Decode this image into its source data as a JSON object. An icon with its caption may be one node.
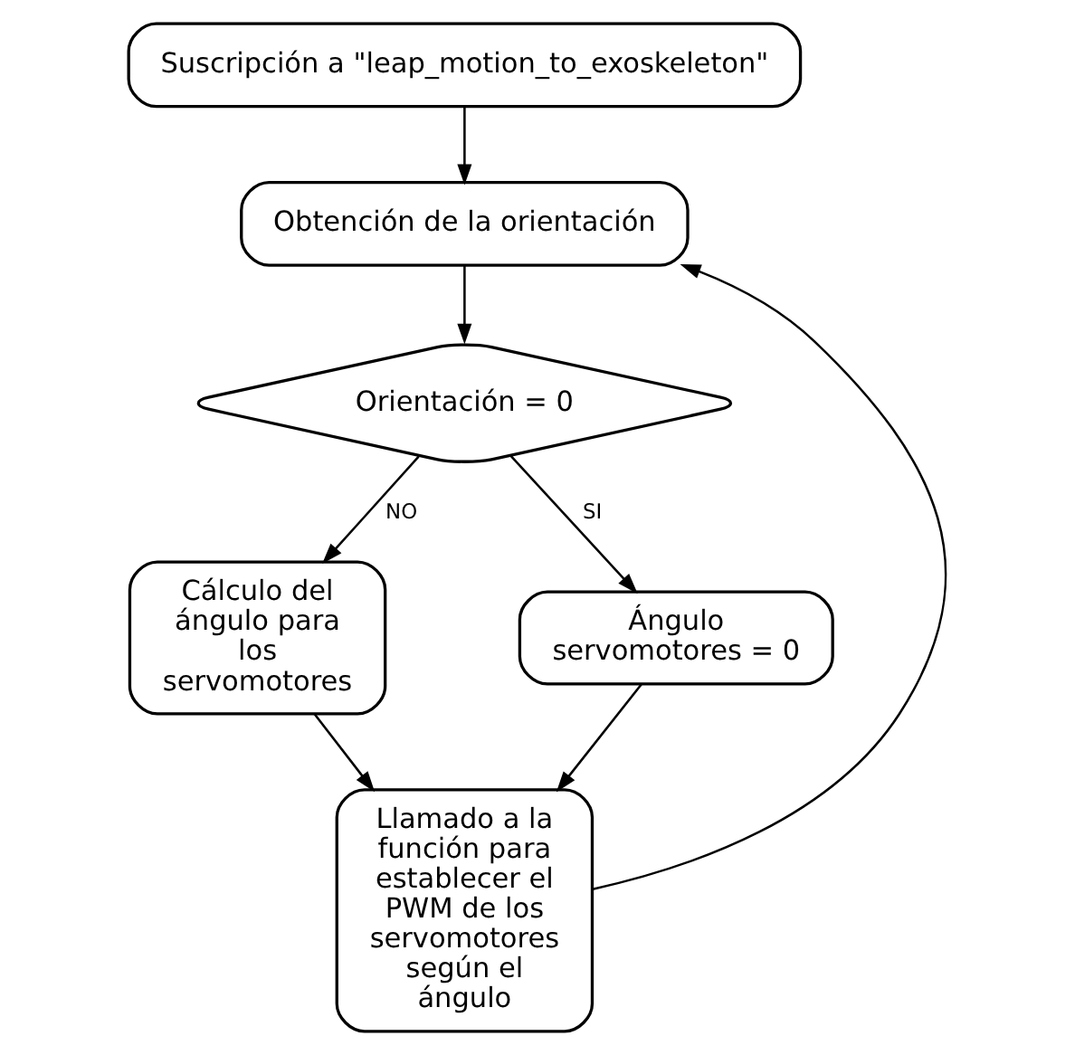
{
  "diagram": {
    "nodes": [
      {
        "text": [
          "Suscripción a \"leap_motion_to_exoskeleton\""
        ]
      },
      {
        "text": [
          "Obtención de la orientación"
        ]
      },
      {
        "text": [
          "Orientación = 0"
        ]
      },
      {
        "text": [
          "Cálculo del ángulo para los servomotores"
        ]
      },
      {
        "text": [
          "Ángulo servomotores = 0"
        ]
      },
      {
        "text": [
          "Llamado a la función para establecer el PWM de los servomotores según el ángulo"
        ]
      }
    ],
    "edges": [
      {
        "from": 0,
        "to": 1,
        "arrow": "to"
      },
      {
        "from": 1,
        "to": 2,
        "arrow": "to"
      },
      {
        "from": 2,
        "to": 4,
        "arrow": "to",
        "label": "SI"
      },
      {
        "from": 2,
        "to": 3,
        "arrow": "to",
        "label": "NO"
      },
      {
        "from": 3,
        "to": 5,
        "arrow": "to"
      },
      {
        "from": 4,
        "to": 5,
        "arrow": "to"
      },
      {
        "from": 5,
        "to": 1,
        "arrow": "to"
      }
    ]
  }
}
